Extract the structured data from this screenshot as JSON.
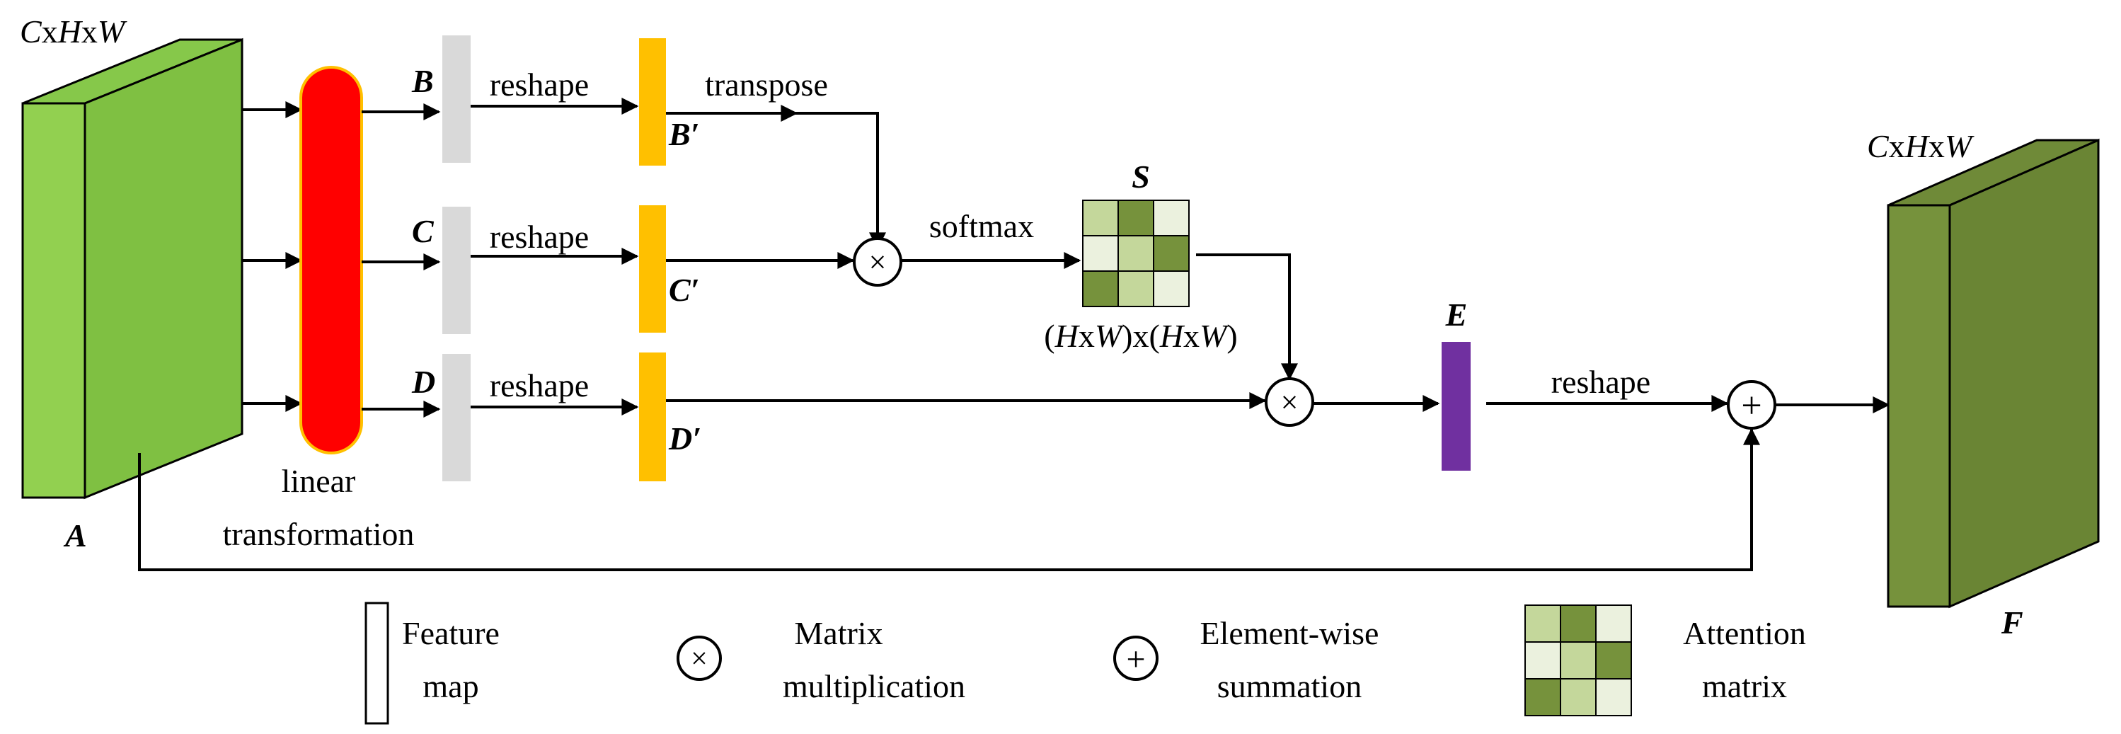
{
  "colors": {
    "input_front": "#92d050",
    "input_side": "#7fc042",
    "output_front": "#76923c",
    "output_side": "#6a8534",
    "linear": "#ff0000",
    "linear_border": "#ffc000",
    "gray_map": "#d9d9d9",
    "yellow_map": "#ffc000",
    "purple_map": "#7030a0",
    "attn_light": "#c4d79b",
    "attn_dark": "#76923c",
    "attn_pale": "#ebf1de"
  },
  "input": {
    "dims_c": "C",
    "dims_x1": "x",
    "dims_h": "H",
    "dims_x2": "x",
    "dims_w": "W",
    "label": "A"
  },
  "output": {
    "dims_c": "C",
    "dims_x1": "x",
    "dims_h": "H",
    "dims_x2": "x",
    "dims_w": "W",
    "label": "F"
  },
  "linear": {
    "line1": "linear",
    "line2": "transformation"
  },
  "branches": {
    "b_label": "B",
    "c_label": "C",
    "d_label": "D",
    "b_prime": "B′",
    "c_prime": "C′",
    "d_prime": "D′",
    "reshape_b": "reshape",
    "reshape_c": "reshape",
    "reshape_d": "reshape",
    "transpose": "transpose"
  },
  "ops": {
    "softmax": "softmax",
    "mult": "×",
    "plus": "+"
  },
  "attention": {
    "label": "S",
    "dim_p1": "(",
    "dim_h1": "H",
    "dim_x1": "x",
    "dim_w1": "W",
    "dim_mid": ")x(",
    "dim_h2": "H",
    "dim_x2": "x",
    "dim_w2": "W",
    "dim_p2": ")"
  },
  "e_block": {
    "label": "E",
    "reshape": "reshape"
  },
  "legend": {
    "feature_1": "Feature",
    "feature_2": "map",
    "mult_1": "Matrix",
    "mult_2": "multiplication",
    "sum_1": "Element-wise",
    "sum_2": "summation",
    "attn_1": "Attention",
    "attn_2": "matrix"
  }
}
